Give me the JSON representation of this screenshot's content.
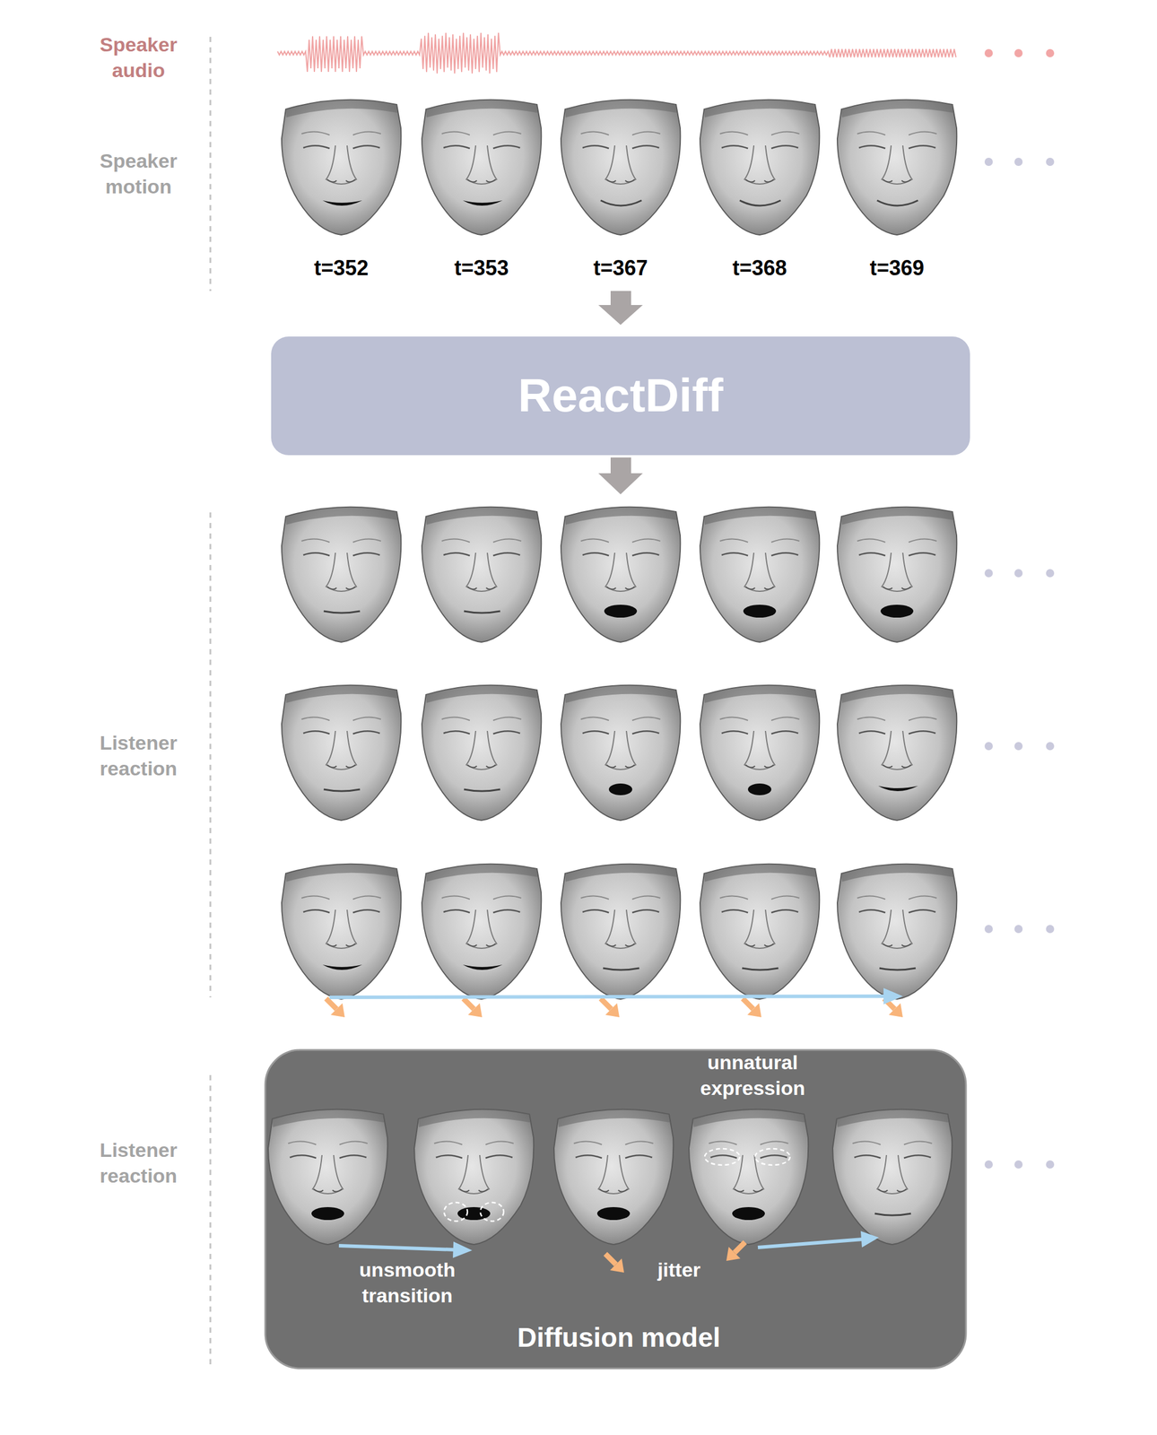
{
  "diagram": {
    "nodes": [
      {
        "text": [
          "ReactDiff"
        ]
      },
      {
        "text": [
          "unnatural expression",
          "unsmooth transition",
          "jitter",
          "Diffusion model"
        ]
      }
    ],
    "labels": [
      "Speaker audio",
      "Speaker motion",
      "t=352",
      "t=353",
      "t=367",
      "t=368",
      "t=369",
      "Listener reaction",
      "Listener reaction"
    ]
  }
}
